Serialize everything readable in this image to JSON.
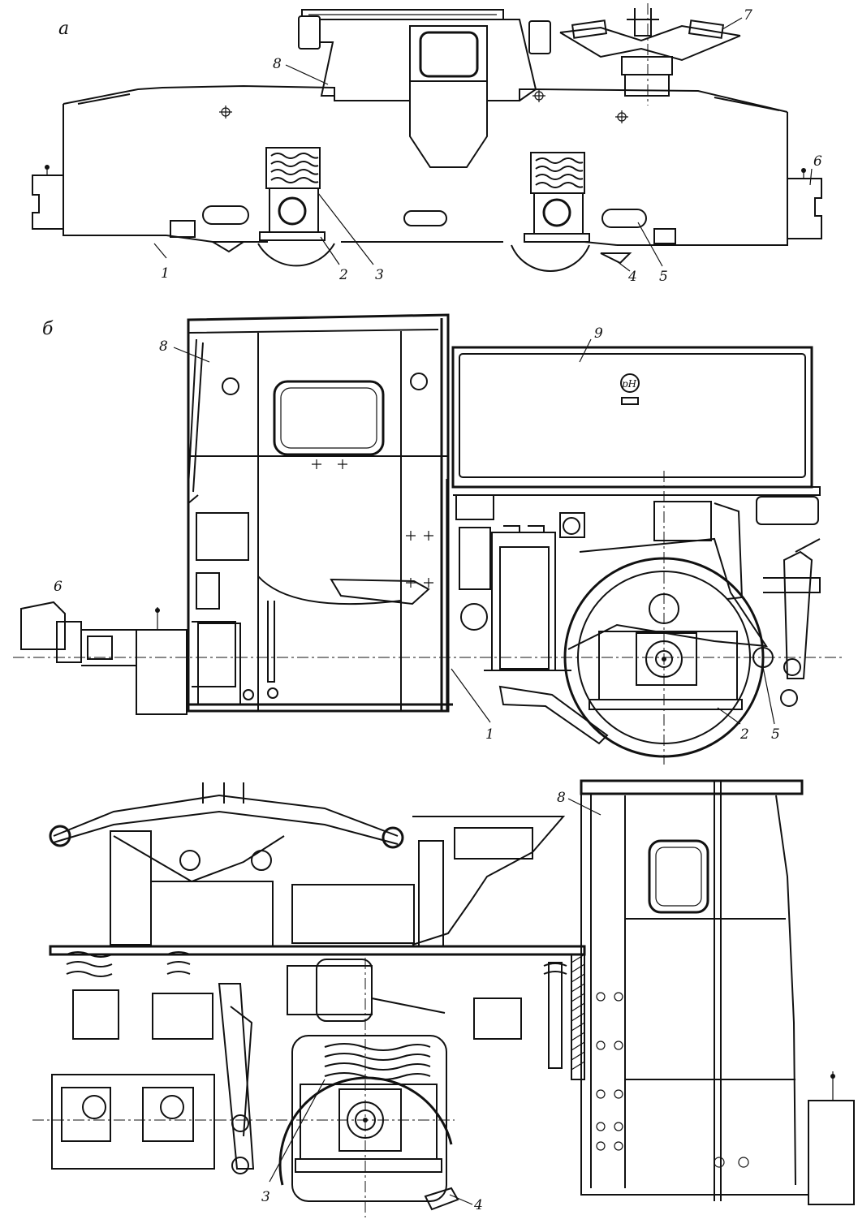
{
  "panels": [
    {
      "id": "a",
      "label": "а"
    },
    {
      "id": "b",
      "label": "б"
    }
  ],
  "callouts_a": [
    {
      "num": "1"
    },
    {
      "num": "2"
    },
    {
      "num": "3"
    },
    {
      "num": "4"
    },
    {
      "num": "5"
    },
    {
      "num": "6"
    },
    {
      "num": "7"
    },
    {
      "num": "8"
    }
  ],
  "callouts_b": [
    {
      "num": "8"
    },
    {
      "num": "9"
    },
    {
      "num": "6"
    },
    {
      "num": "1"
    },
    {
      "num": "2"
    },
    {
      "num": "5"
    }
  ],
  "callouts_c": [
    {
      "num": "8"
    },
    {
      "num": "3"
    },
    {
      "num": "4"
    }
  ],
  "battery_mark": "pH"
}
